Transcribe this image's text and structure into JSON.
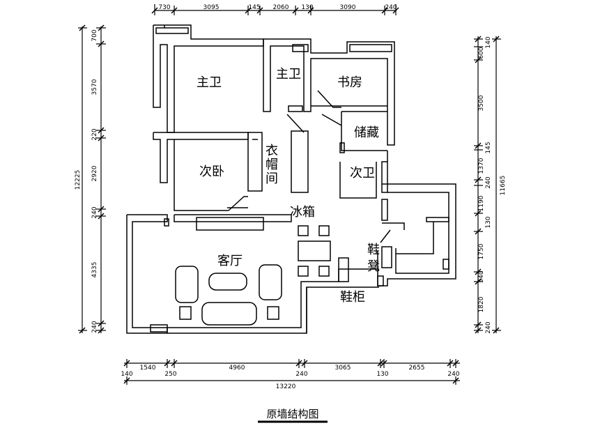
{
  "title": "原墙结构图",
  "rooms": {
    "master_bath_left": "主卫",
    "master_bath_right": "主卫",
    "study": "书房",
    "storage": "储藏",
    "cloakroom_1": "衣",
    "cloakroom_2": "帽",
    "cloakroom_3": "间",
    "second_bedroom": "次卧",
    "second_bath": "次卫",
    "fridge": "冰箱",
    "living_room": "客厅",
    "shoe_bench_1": "鞋",
    "shoe_bench_2": "凳",
    "shoe_cabinet": "鞋柜"
  },
  "dimensions": {
    "top": [
      "730",
      "3095",
      "145",
      "2060",
      "130",
      "3090",
      "240"
    ],
    "bottom": [
      "140",
      "1540",
      "250",
      "4960",
      "240",
      "3065",
      "130",
      "2655",
      "240"
    ],
    "bottom_total": "13220",
    "left": [
      "700",
      "3570",
      "220",
      "2920",
      "240",
      "4335",
      "240"
    ],
    "left_total": "12225",
    "right": [
      "140",
      "600",
      "3500",
      "145",
      "1370",
      "240",
      "1190",
      "130",
      "1750",
      "540",
      "1820",
      "240"
    ],
    "right_total": "11665"
  }
}
